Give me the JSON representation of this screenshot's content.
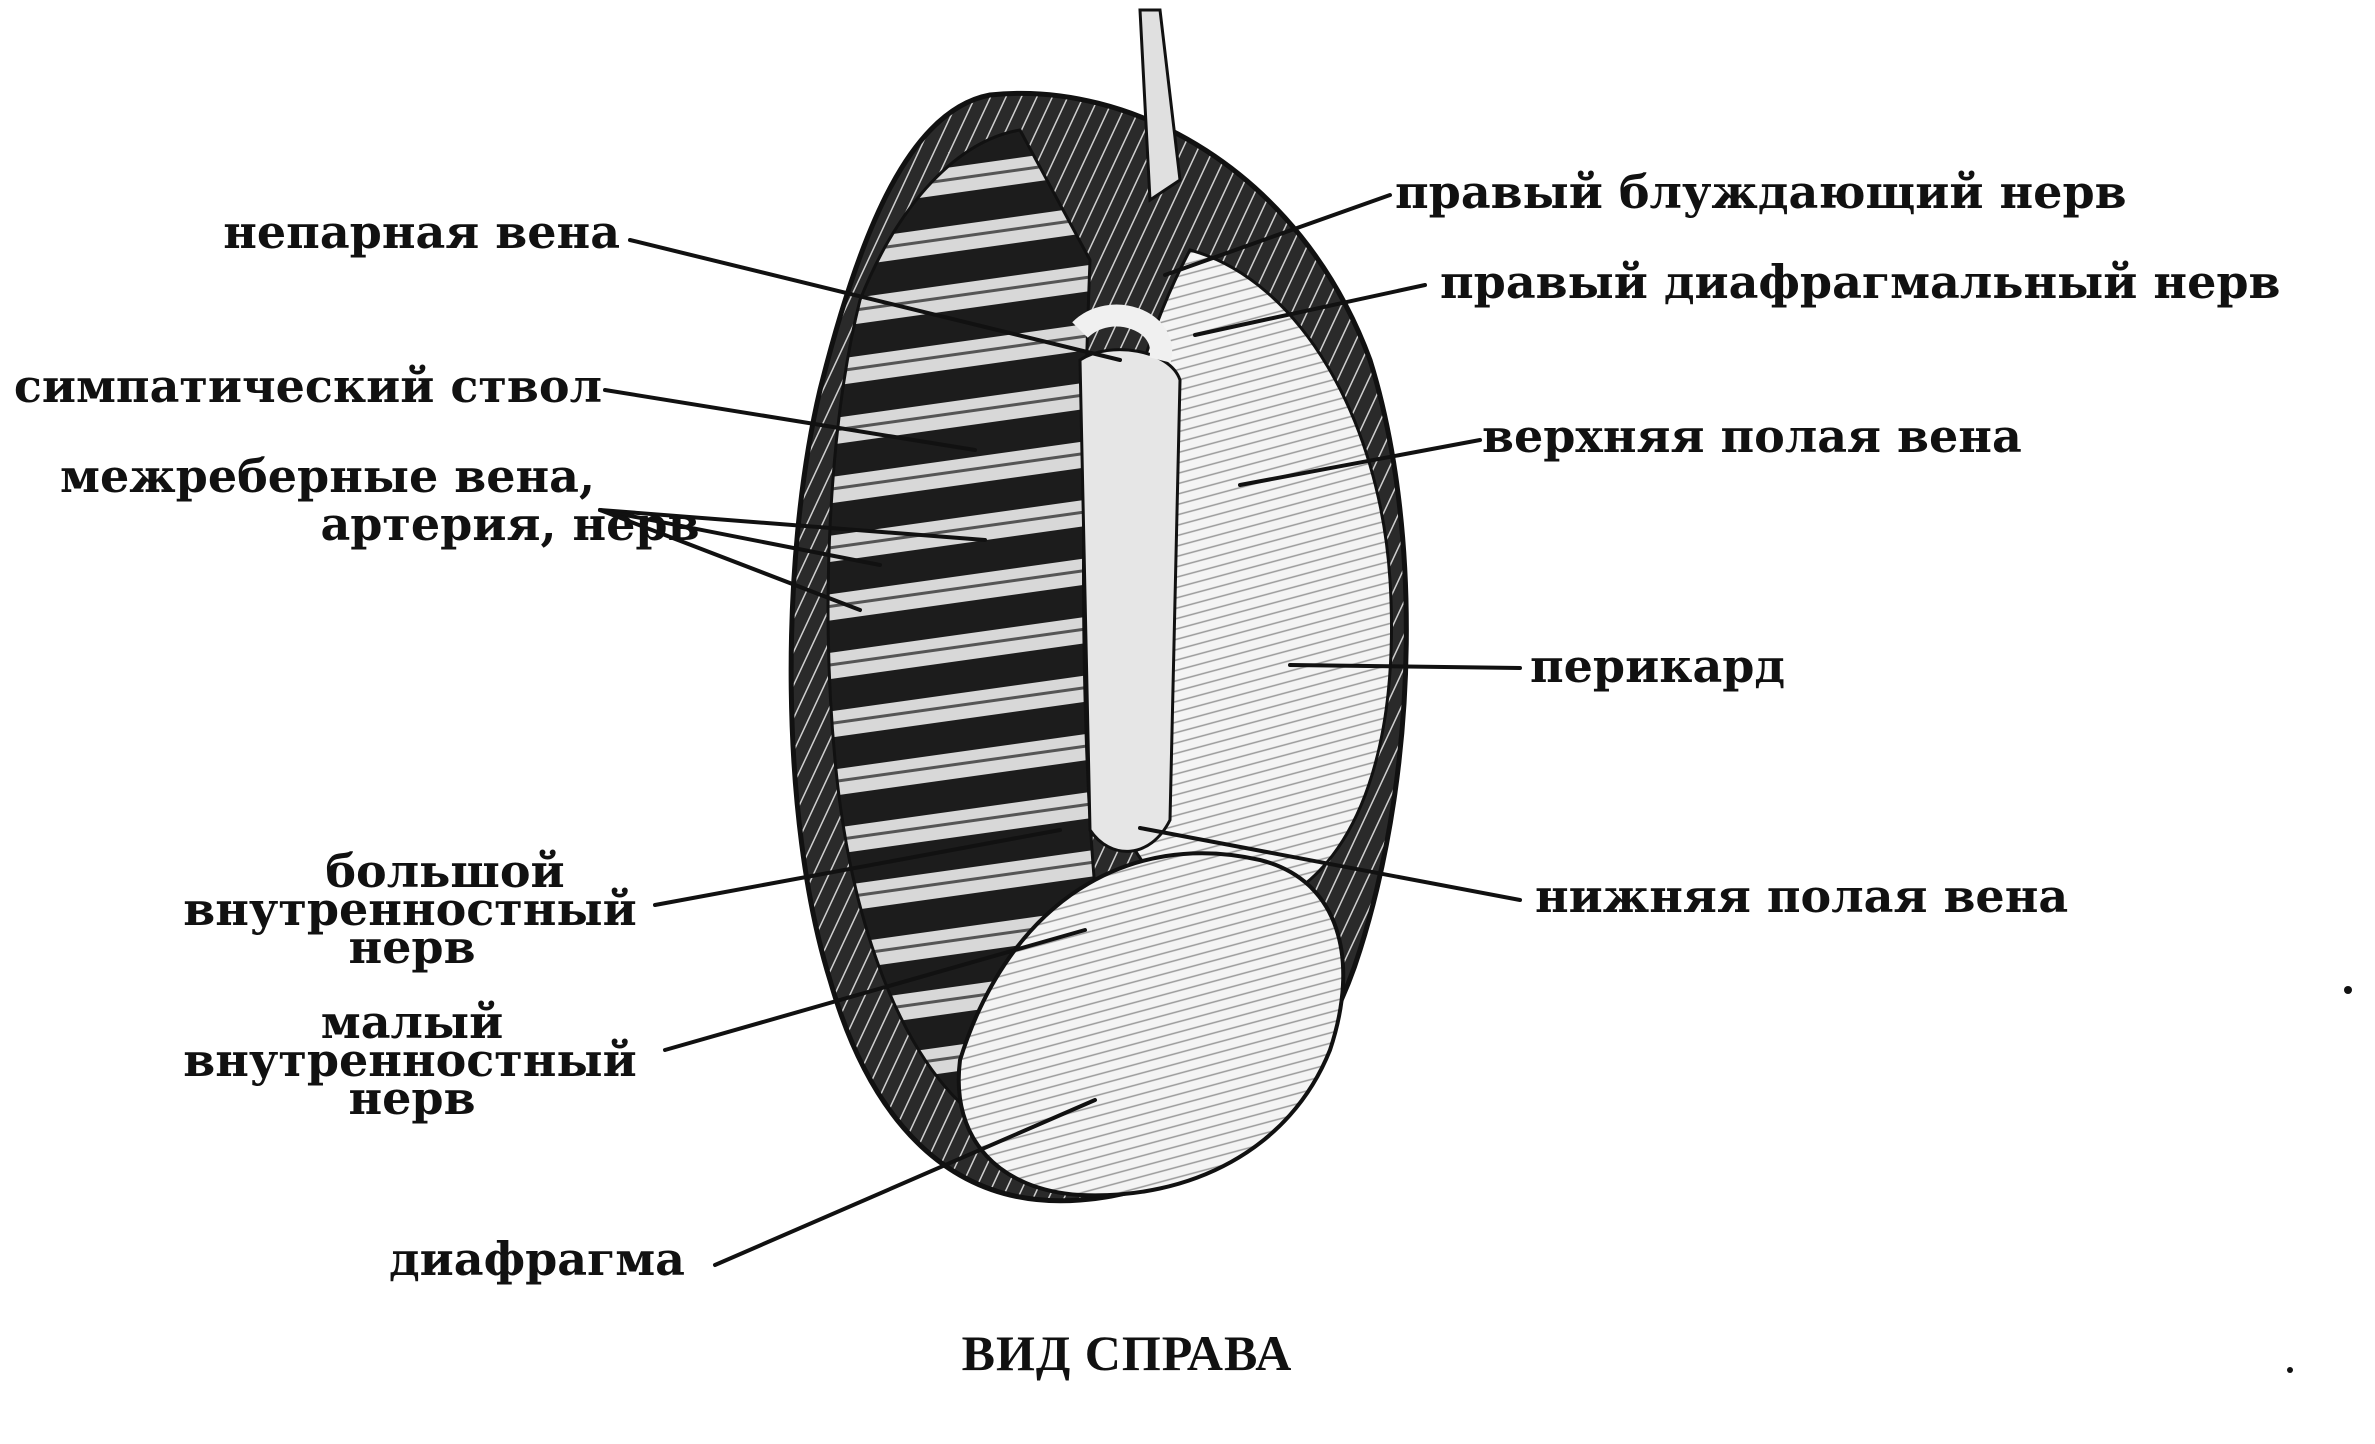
{
  "labels": {
    "azygos_vein": "непарная вена",
    "sympathetic_trunk": "симпатический ствол",
    "intercostal_line1": "межреберные вена,",
    "intercostal_line2": "артерия, нерв",
    "greater_splanchnic_line1": "большой",
    "greater_splanchnic_line2": "внутренностный",
    "greater_splanchnic_line3": "нерв",
    "lesser_splanchnic_line1": "малый",
    "lesser_splanchnic_line2": "внутренностный",
    "lesser_splanchnic_line3": "нерв",
    "diaphragm": "диафрагма",
    "right_vagus": "правый блуждающий нерв",
    "right_phrenic": "правый диафрагмальный нерв",
    "superior_vena_cava": "верхняя полая вена",
    "pericardium": "перикард",
    "inferior_vena_cava": "нижняя полая вена"
  },
  "caption": "ВИД СПРАВА"
}
